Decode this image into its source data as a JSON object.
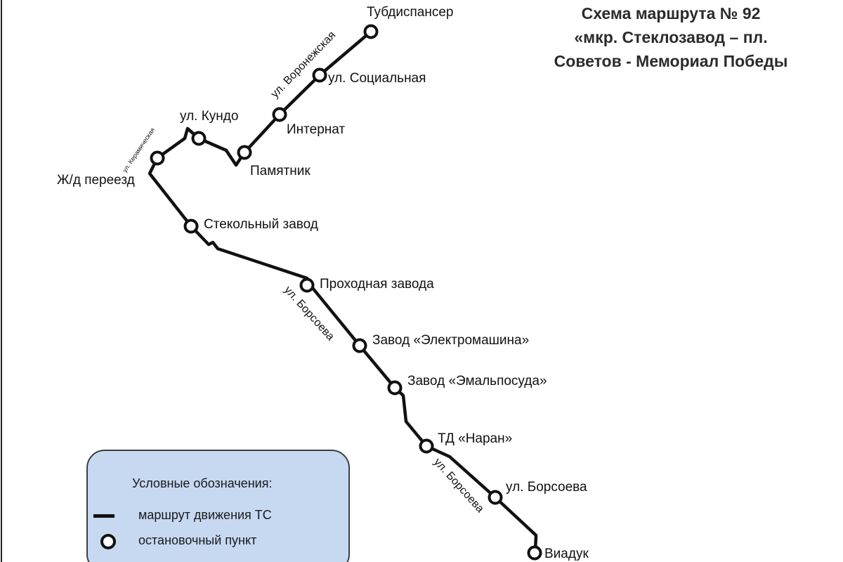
{
  "title": {
    "lines": [
      "Схема маршрута № 92",
      "«мкр. Стеклозавод – пл.",
      "Советов - Мемориал Победы"
    ]
  },
  "stops": [
    {
      "id": "tubdispanser",
      "label": "Тубдиспансер"
    },
    {
      "id": "socialnaya",
      "label": "ул. Социальная"
    },
    {
      "id": "internat",
      "label": "Интернат"
    },
    {
      "id": "pamyatnik",
      "label": "Памятник"
    },
    {
      "id": "kundo",
      "label": "ул. Кундо"
    },
    {
      "id": "zhd-pereezd",
      "label": "Ж/д переезд"
    },
    {
      "id": "stekolny-zavod",
      "label": "Стекольный завод"
    },
    {
      "id": "prohodnaya-zavoda",
      "label": "Проходная завода"
    },
    {
      "id": "elektromashina",
      "label": "Завод «Электромашина»"
    },
    {
      "id": "emalposuda",
      "label": "Завод «Эмальпосуда»"
    },
    {
      "id": "naran",
      "label": "ТД «Наран»"
    },
    {
      "id": "borsoeva",
      "label": "ул. Борсоева"
    },
    {
      "id": "viaduk",
      "label": "Виадук"
    }
  ],
  "streets": [
    {
      "id": "voronezhskaya",
      "label": "ул. Воронежская"
    },
    {
      "id": "keramicheskaya",
      "label": "ул. Керамическая"
    },
    {
      "id": "borsoeva-1",
      "label": "ул. Борсоева"
    },
    {
      "id": "borsoeva-2",
      "label": "ул. Борсоева"
    }
  ],
  "legend": {
    "title": "Условные обозначения:",
    "route_label": "маршрут движения ТС",
    "stop_label": "остановочный пункт"
  },
  "colors": {
    "route": "#111111",
    "legend_bg": "#c6d9f1",
    "title": "#2b2b2b"
  }
}
